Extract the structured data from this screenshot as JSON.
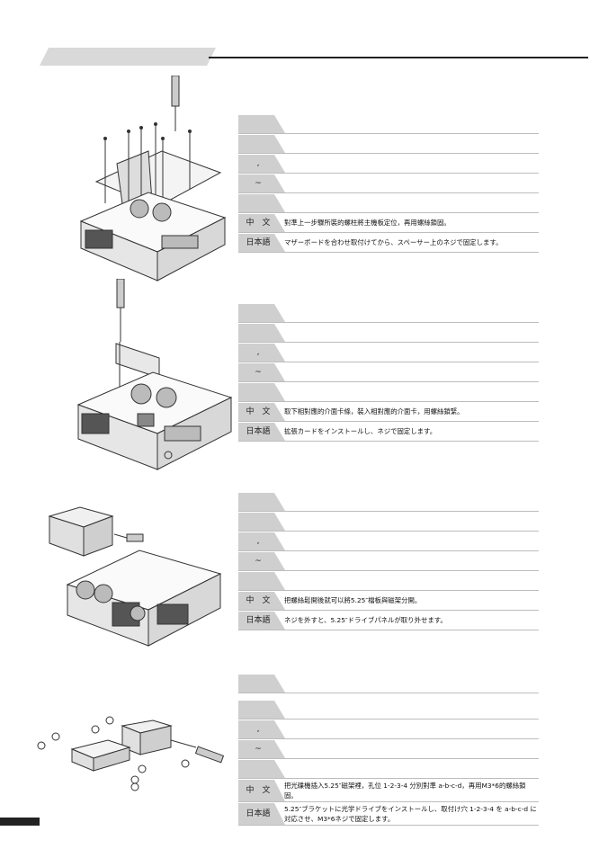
{
  "sections": [
    {
      "rows": [
        {
          "label": "",
          "text": ""
        },
        {
          "label": "",
          "text": ""
        },
        {
          "label": ",",
          "text": ""
        },
        {
          "label": "~",
          "text": ""
        },
        {
          "label": "",
          "text": ""
        },
        {
          "label": "中　文",
          "text": "對準上一步驟所裝的螺柱將主機板定位，再用螺絲鎖固。"
        },
        {
          "label": "日本語",
          "text": "マザーボードを合わせ取付けてから、スペーサー上のネジで固定します。"
        }
      ]
    },
    {
      "rows": [
        {
          "label": "",
          "text": ""
        },
        {
          "label": "",
          "text": ""
        },
        {
          "label": ",",
          "text": ""
        },
        {
          "label": "~",
          "text": ""
        },
        {
          "label": "",
          "text": ""
        },
        {
          "label": "中　文",
          "text": "取下相對應的介面卡條，裝入相對應的介面卡，用螺絲鎖緊。"
        },
        {
          "label": "日本語",
          "text": "拡張カードをインストールし、ネジで固定します。"
        }
      ]
    },
    {
      "rows": [
        {
          "label": "",
          "text": ""
        },
        {
          "label": "",
          "text": ""
        },
        {
          "label": ",",
          "text": ""
        },
        {
          "label": "~",
          "text": ""
        },
        {
          "label": "",
          "text": ""
        },
        {
          "label": "中　文",
          "text": "把螺絲鬆開後就可以將5.25″檔板與磁架分開。"
        },
        {
          "label": "日本語",
          "text": "ネジを外すと、5.25″ドライブパネルが取り外せます。"
        }
      ]
    },
    {
      "rows": [
        {
          "label": "",
          "text": ""
        },
        {
          "label": "",
          "text": ""
        },
        {
          "label": ",",
          "text": ""
        },
        {
          "label": "~",
          "text": ""
        },
        {
          "label": "",
          "text": ""
        },
        {
          "label": "中　文",
          "text": "把光碟機插入5.25″磁架裡，孔位 1-2-3-4 分別對準 a-b-c-d，再用M3*6的螺絲鎖固。"
        },
        {
          "label": "日本語",
          "text": "5.25″ブラケットに光学ドライブをインストールし、取付け穴 1-2-3-4 を a-b-c-d に対応させ、M3*6ネジで固定します。"
        }
      ]
    }
  ],
  "colors": {
    "tab": "#cfcfcf",
    "rule": "#bdbdbd",
    "ink": "#222222"
  }
}
